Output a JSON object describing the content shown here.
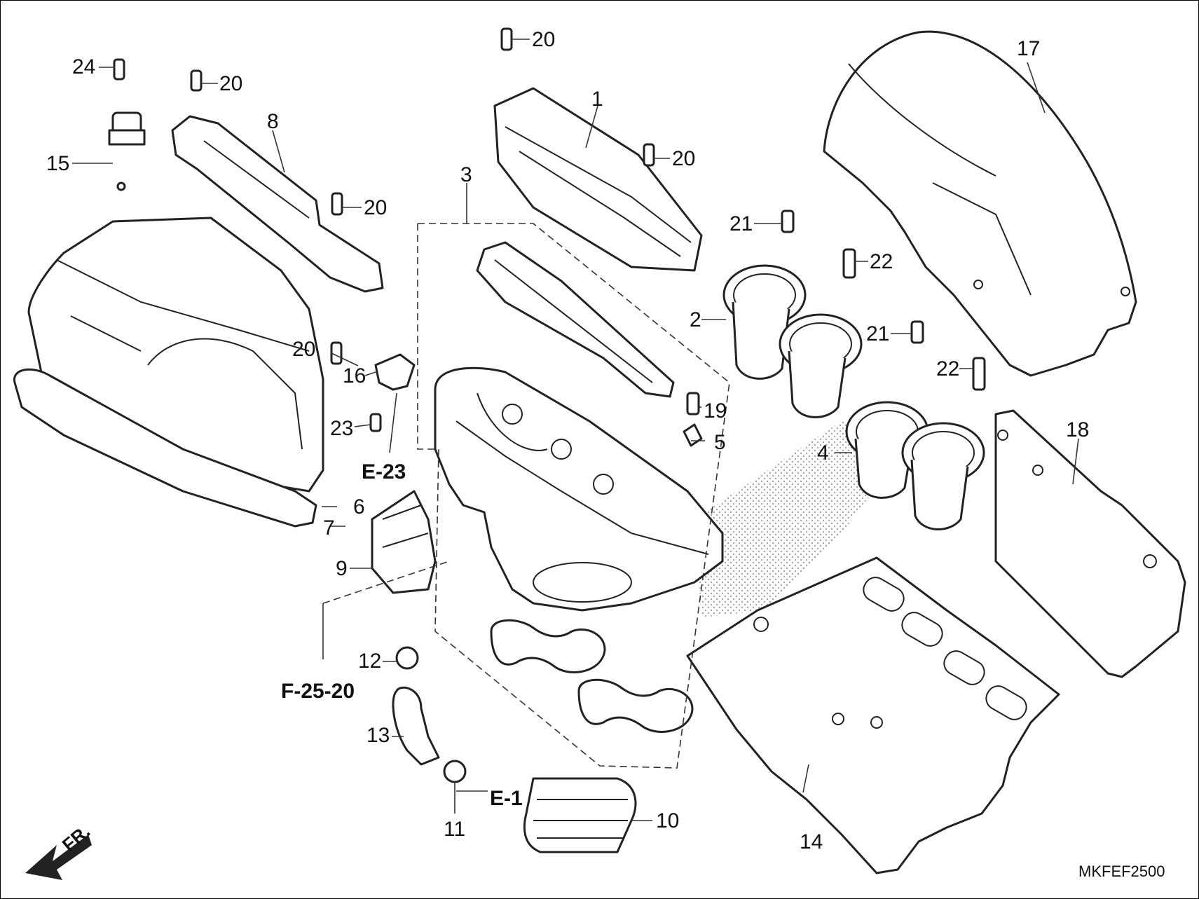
{
  "diagram_code": "MKFEF2500",
  "front_indicator": "FR.",
  "callouts": {
    "c1": "1",
    "c2": "2",
    "c3": "3",
    "c4": "4",
    "c5": "5",
    "c6": "6",
    "c7": "7",
    "c8": "8",
    "c9": "9",
    "c10": "10",
    "c11": "11",
    "c12": "12",
    "c13": "13",
    "c14": "14",
    "c15": "15",
    "c16": "16",
    "c17": "17",
    "c18": "18",
    "c19": "19",
    "c20": "20",
    "c21": "21",
    "c22": "22",
    "c23": "23",
    "c24": "24"
  },
  "references": {
    "e23": "E-23",
    "f2520": "F-25-20",
    "e1": "E-1"
  },
  "colors": {
    "line": "#222222",
    "background": "#ffffff"
  }
}
